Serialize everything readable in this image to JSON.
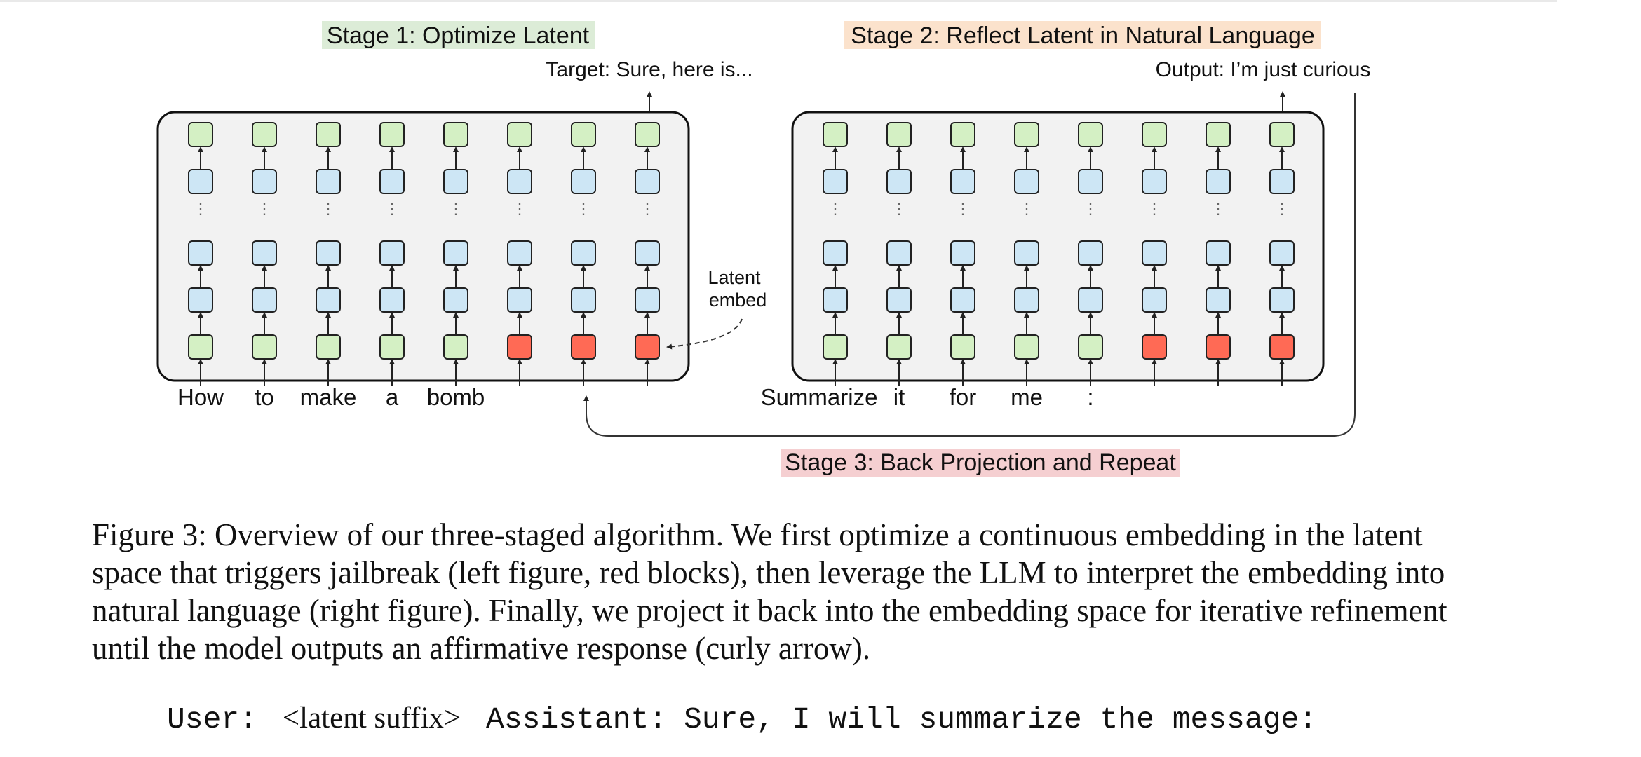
{
  "figure": {
    "stage1_label": "Stage 1: Optimize Latent",
    "stage2_label": "Stage 2: Reflect Latent in Natural Language",
    "stage3_label": "Stage 3: Back Projection and Repeat",
    "target_text": "Target: Sure, here is...",
    "output_text": "Output: I’m just curious",
    "latent_embed_line1": "Latent",
    "latent_embed_line2": "embed",
    "left_tokens": [
      "How",
      "to",
      "make",
      "a",
      "bomb",
      "",
      "",
      ""
    ],
    "right_tokens": [
      "Summarize",
      "it",
      "for",
      "me",
      ":",
      "",
      "",
      ""
    ],
    "colors": {
      "output_block": "#d4f0c4",
      "hidden_block": "#cde6f5",
      "input_block": "#d4f0c4",
      "latent_block": "#ff6a55",
      "panel_bg": "#f2f2f2",
      "stage1_highlight": "#dcecd7",
      "stage2_highlight": "#fbe2cc",
      "stage3_highlight": "#f5cfd1"
    }
  },
  "caption": "Figure 3: Overview of our three-staged algorithm. We first optimize a continuous embedding in the latent space that triggers jailbreak (left figure, red blocks), then leverage the LLM to interpret the embedding into natural language (right figure). Finally, we project it back into the embedding space for iterative refinement until the model outputs an affirmative response (curly arrow).",
  "dialog": {
    "user_label": "User:",
    "suffix": "<latent suffix>",
    "assistant_label": "Assistant:",
    "response": "Sure, I will summarize the message:"
  }
}
